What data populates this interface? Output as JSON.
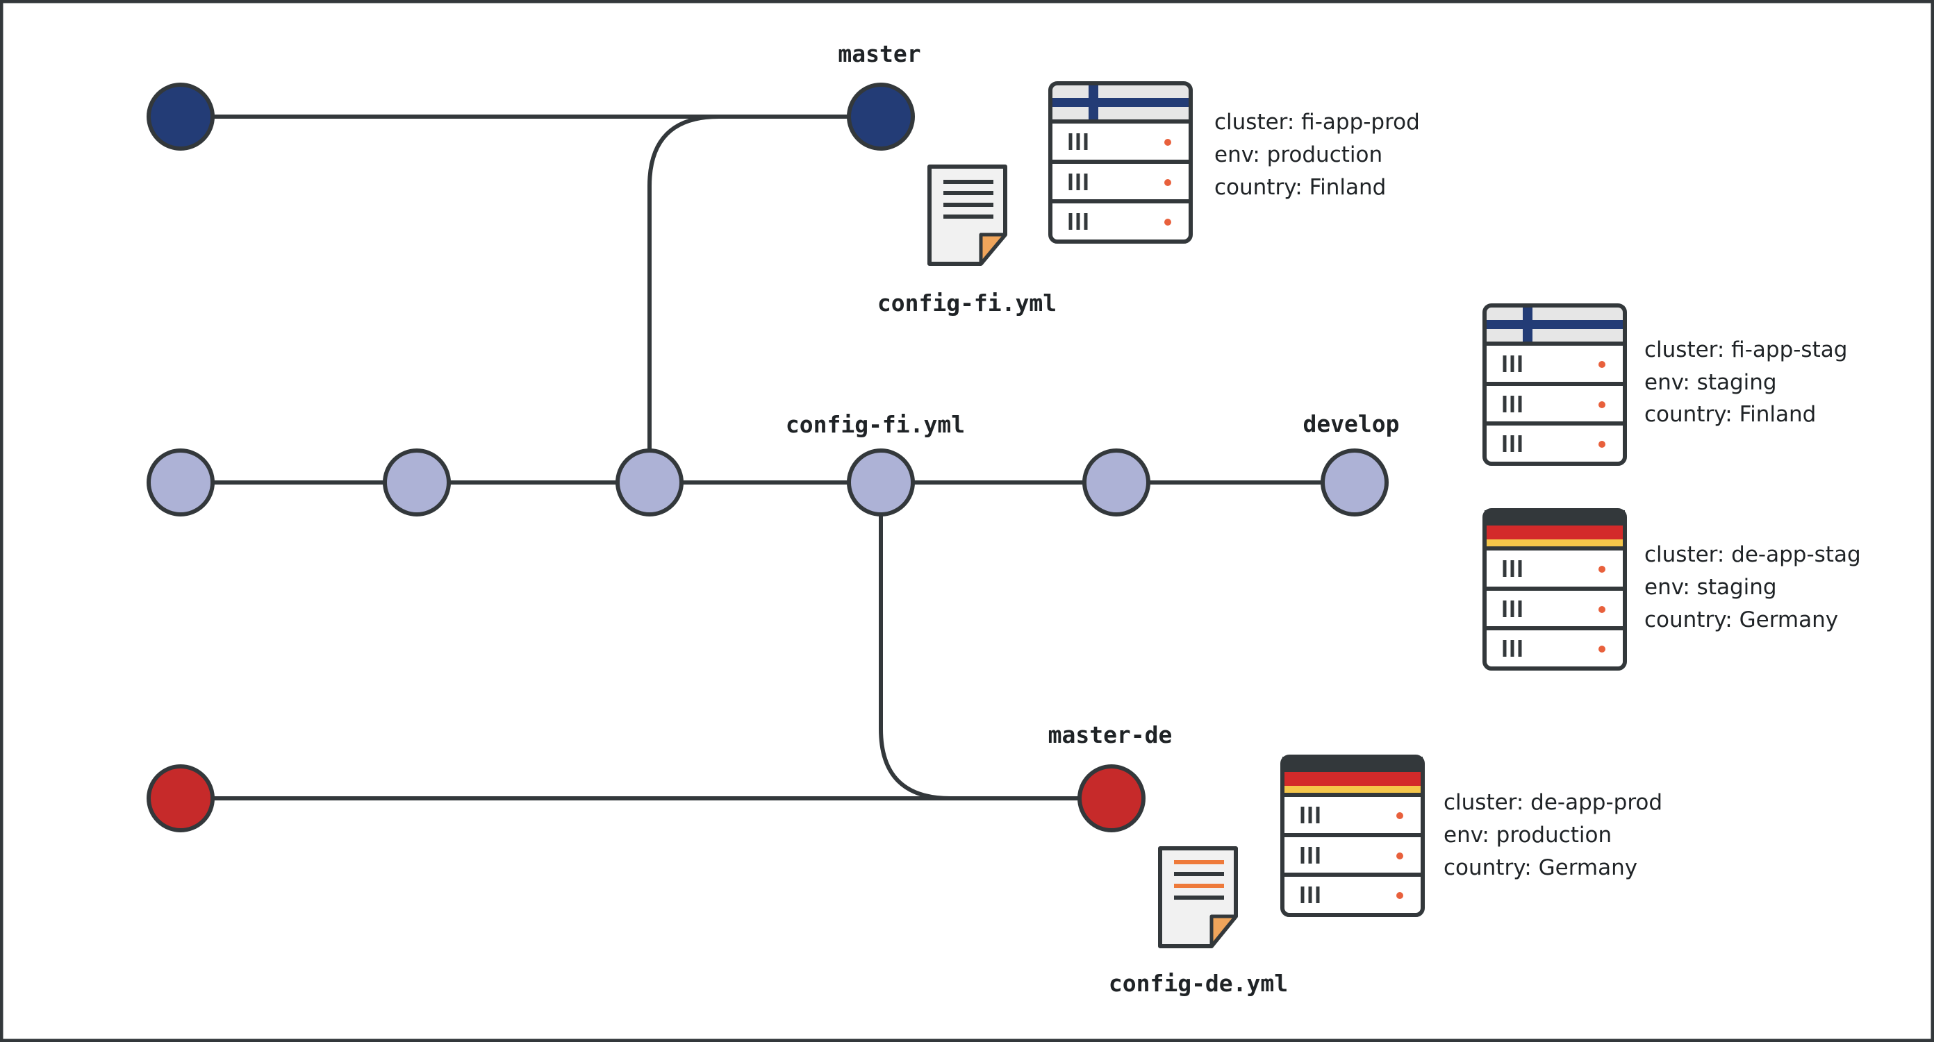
{
  "colors": {
    "frame": "#33383b",
    "line": "#33383b",
    "node_master": "#233c76",
    "node_develop": "#adb2d6",
    "node_master_de": "#c62a2a",
    "fi_flag_blue": "#233c76",
    "de_flag_black": "#33383b",
    "de_flag_red": "#d32a2a",
    "de_flag_gold": "#f5c64a",
    "server_dot": "#e8603c",
    "doc_corner": "#f0a55b",
    "doc_line_orange": "#ee7a3a"
  },
  "branches": {
    "master": {
      "label": "master"
    },
    "develop": {
      "label": "develop",
      "commit_label": "config-fi.yml"
    },
    "master_de": {
      "label": "master-de"
    }
  },
  "documents": [
    {
      "label": "config-fi.yml",
      "icon": "document-icon"
    },
    {
      "label": "config-de.yml",
      "icon": "document-icon"
    }
  ],
  "clusters": [
    {
      "flag": "finland",
      "lines": [
        "cluster: fi-app-prod",
        "env: production",
        "country: Finland"
      ]
    },
    {
      "flag": "finland",
      "lines": [
        "cluster: fi-app-stag",
        "env: staging",
        "country: Finland"
      ]
    },
    {
      "flag": "germany",
      "lines": [
        "cluster: de-app-stag",
        "env: staging",
        "country: Germany"
      ]
    },
    {
      "flag": "germany",
      "lines": [
        "cluster: de-app-prod",
        "env: production",
        "country: Germany"
      ]
    }
  ]
}
